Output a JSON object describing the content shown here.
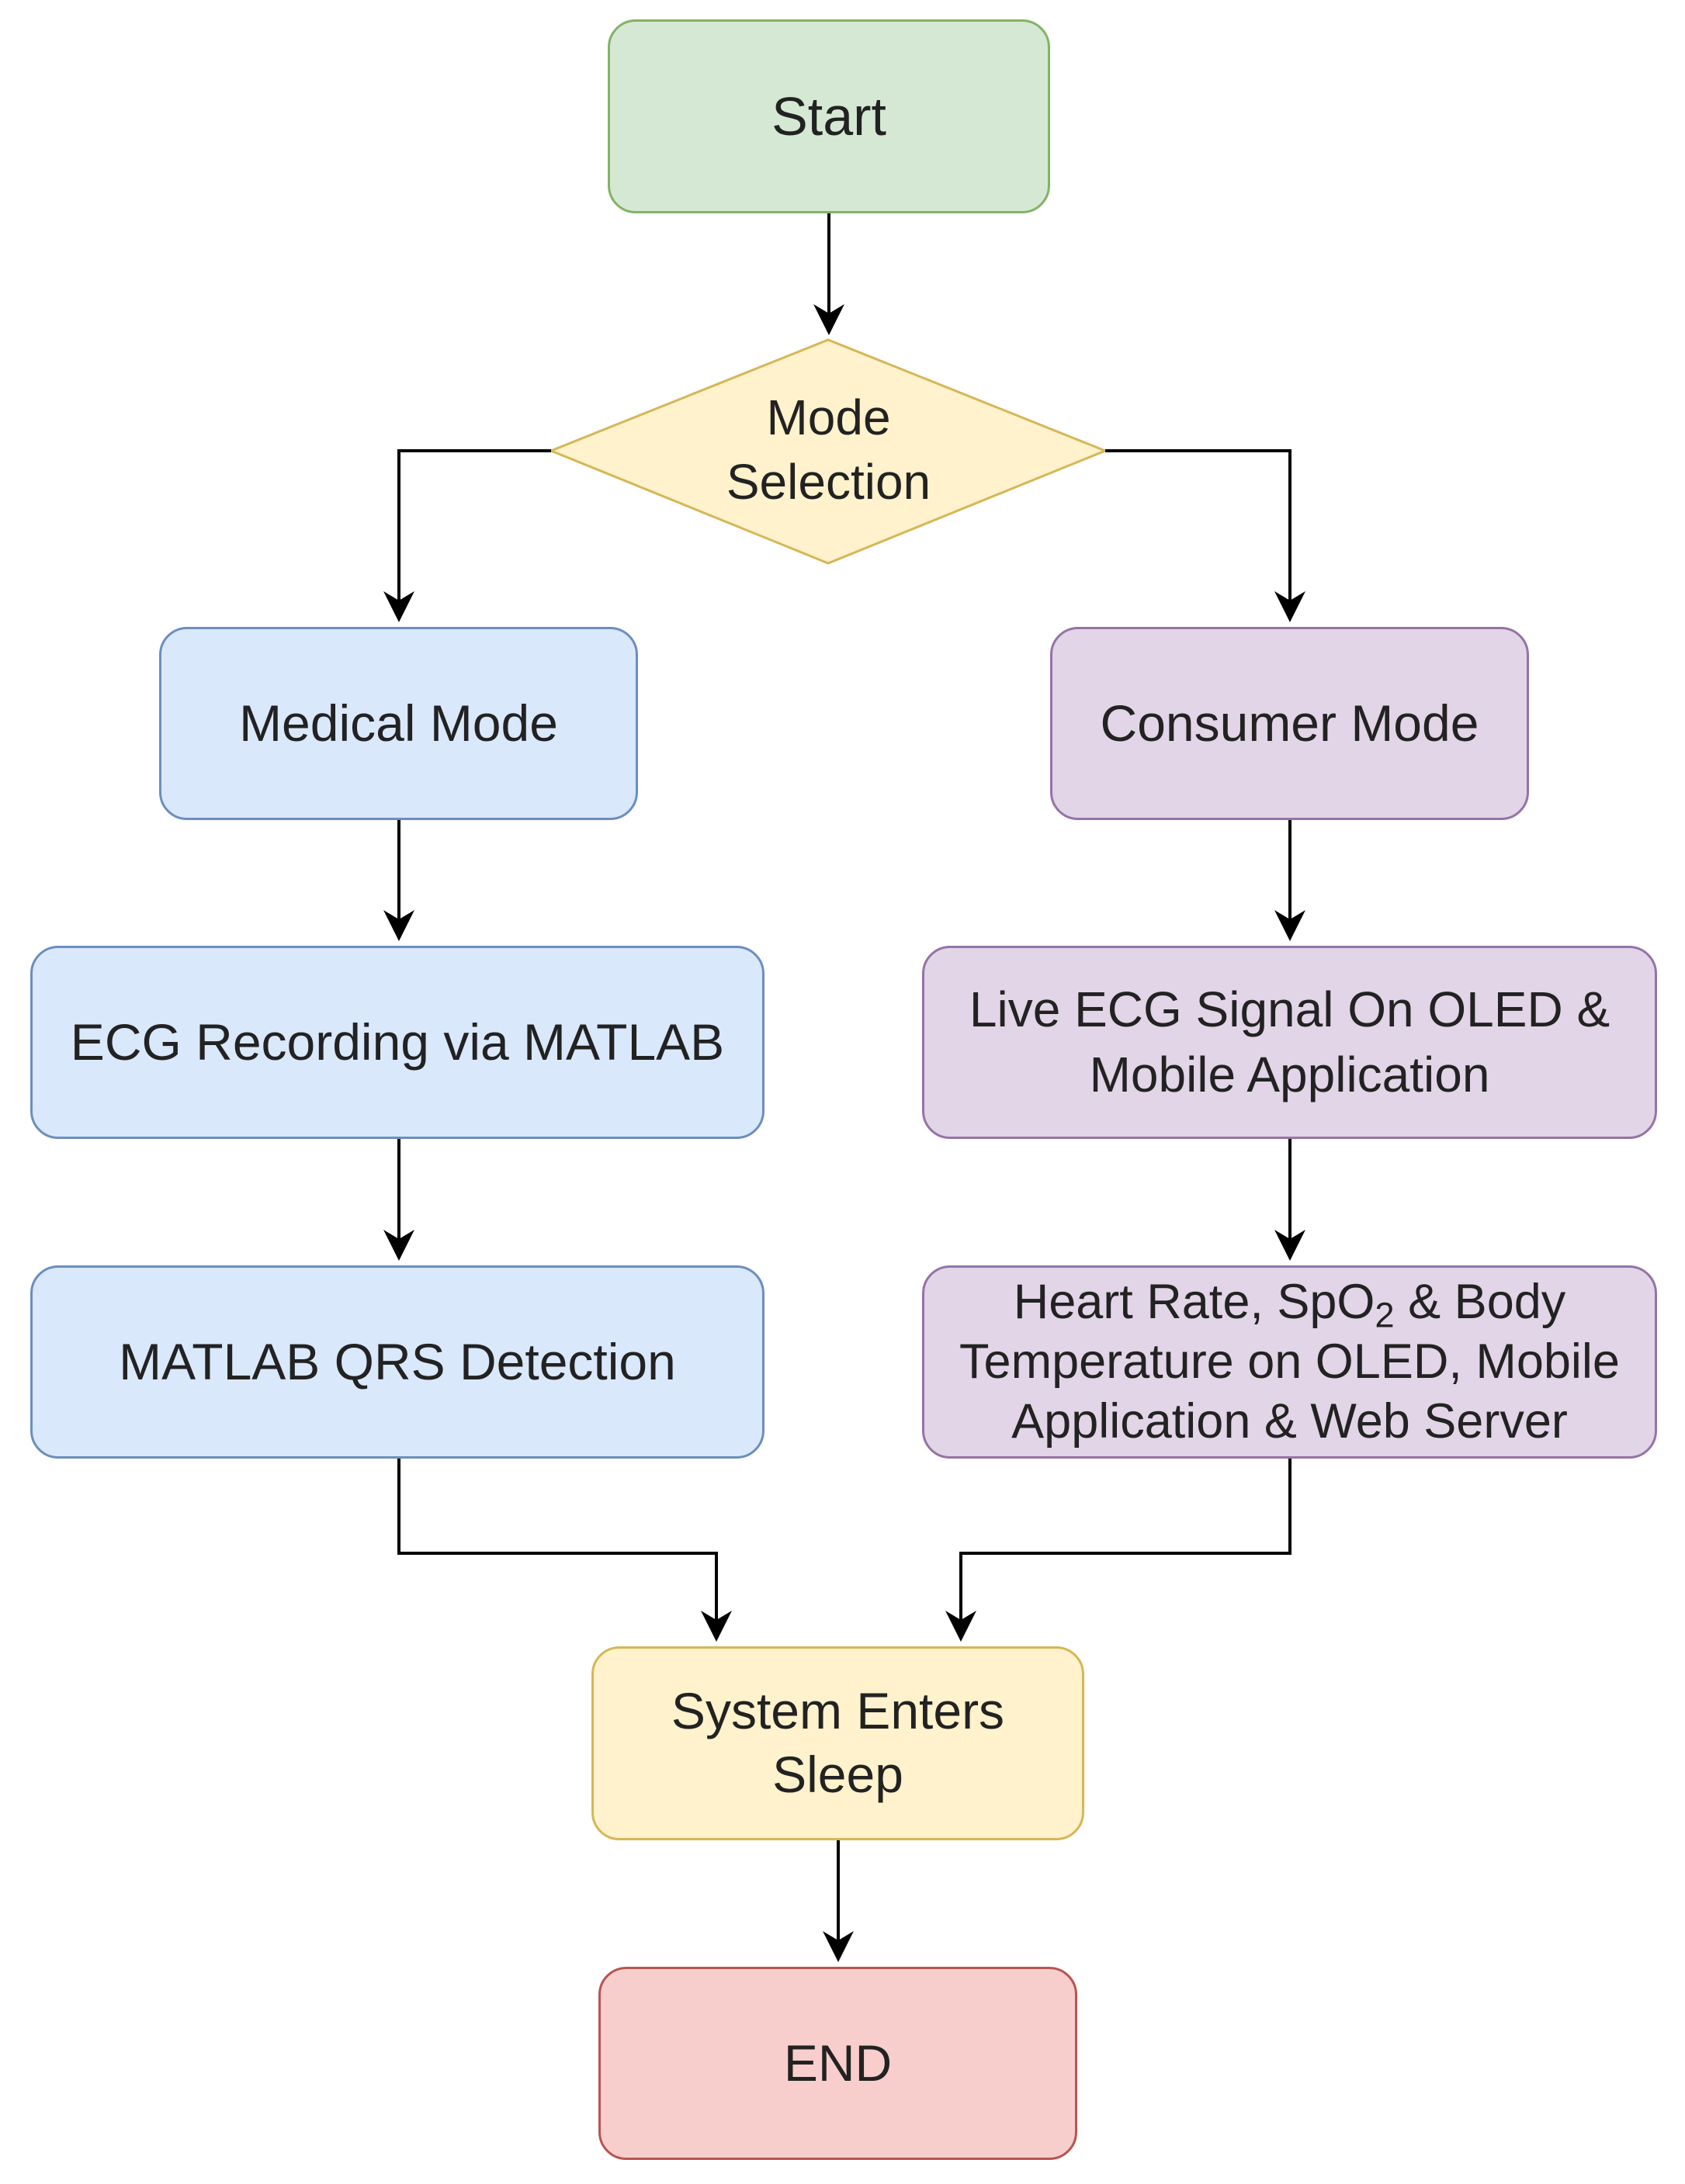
{
  "colors": {
    "start_fill": "#d5e8d4",
    "start_stroke": "#82b366",
    "decision_fill": "#fff2cc",
    "decision_stroke": "#d6b656",
    "medical_fill": "#dae8fc",
    "medical_stroke": "#6c8ebf",
    "consumer_fill": "#e1d5e7",
    "consumer_stroke": "#9673a6",
    "sleep_fill": "#fff2cc",
    "sleep_stroke": "#d6b656",
    "end_fill": "#f8cecc",
    "end_stroke": "#b85450",
    "arrow": "#000000"
  },
  "nodes": {
    "start": {
      "label": "Start"
    },
    "mode_selection": {
      "line1": "Mode",
      "line2": "Selection"
    },
    "medical_mode": {
      "label": "Medical Mode"
    },
    "consumer_mode": {
      "label": "Consumer Mode"
    },
    "ecg_recording": {
      "label": "ECG Recording via MATLAB"
    },
    "live_ecg": {
      "line1": "Live ECG Signal On OLED &",
      "line2": "Mobile Application"
    },
    "qrs_detection": {
      "label": "MATLAB QRS Detection"
    },
    "vitals": {
      "line1_pre": "Heart Rate, SpO",
      "line1_sub": "2",
      "line1_post": " & Body",
      "line2": "Temperature on OLED, Mobile",
      "line3": "Application & Web Server"
    },
    "sleep": {
      "label": "System Enters Sleep"
    },
    "end": {
      "label": "END"
    }
  }
}
